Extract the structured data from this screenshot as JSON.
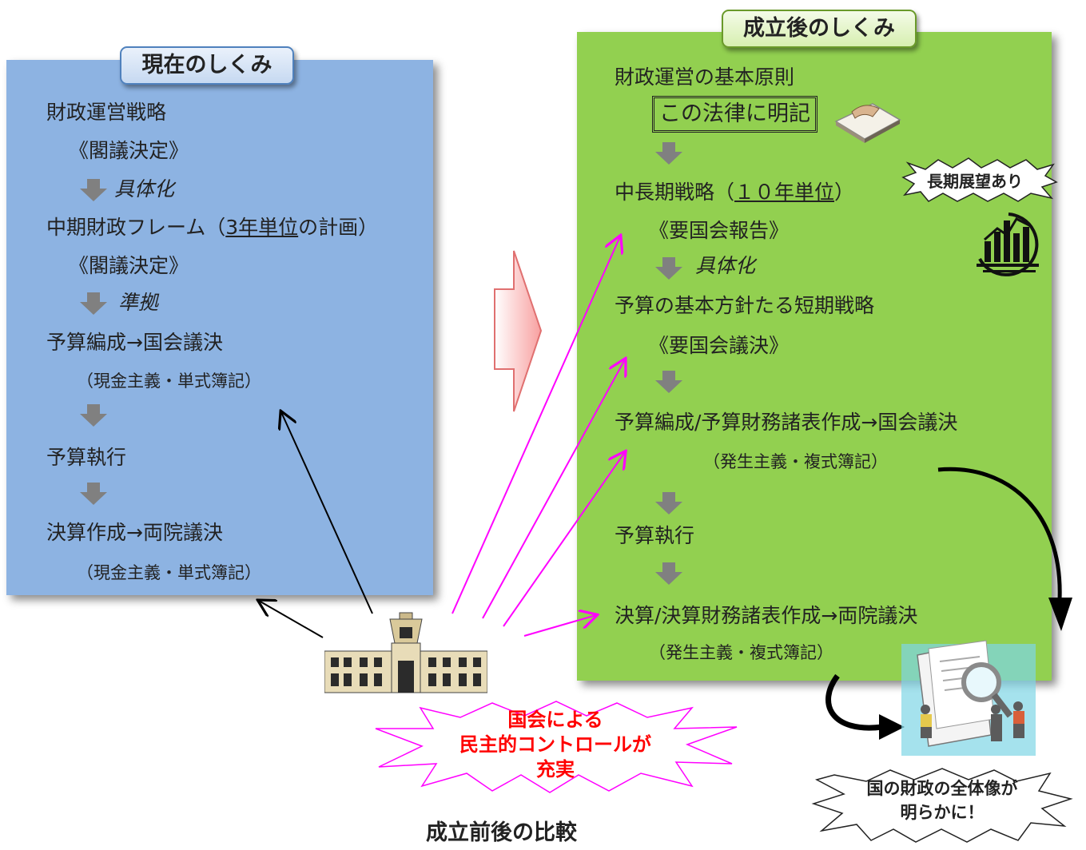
{
  "left": {
    "tab": "現在のしくみ",
    "items": [
      "財政運営戦略",
      "《閣議決定》",
      "具体化",
      "中期財政フレーム（",
      "3年単位",
      "の計画）",
      "《閣議決定》",
      "準拠",
      "予算編成→国会議決",
      "（現金主義・単式簿記）",
      "予算執行",
      "決算作成→両院議決",
      "（現金主義・単式簿記）"
    ]
  },
  "right": {
    "tab": "成立後のしくみ",
    "items": [
      "財政運営の基本原則",
      "この法律に明記",
      "中長期戦略（",
      "１０年単位",
      "）",
      "《要国会報告》",
      "具体化",
      "予算の基本方針たる短期戦略",
      "《要国会議決》",
      "予算編成/予算財務諸表作成→国会議決",
      "（発生主義・複式簿記）",
      "予算執行",
      "決算/決算財務諸表作成→両院議決",
      "（発生主義・複式簿記）"
    ],
    "badge": "長期展望あり"
  },
  "center_burst": [
    "国会による",
    "民主的コントロールが",
    "充実"
  ],
  "bottom_burst": [
    "国の財政の全体像が",
    "明らかに！"
  ],
  "caption": "成立前後の比較",
  "colors": {
    "left_panel": "#8db3e2",
    "right_panel": "#92d050",
    "link_arrows": "#ff00ff",
    "burst_text": "#ff0000"
  },
  "icons": [
    "diet-building-icon",
    "law-book-icon",
    "chart-icon",
    "documents-people-icon"
  ]
}
